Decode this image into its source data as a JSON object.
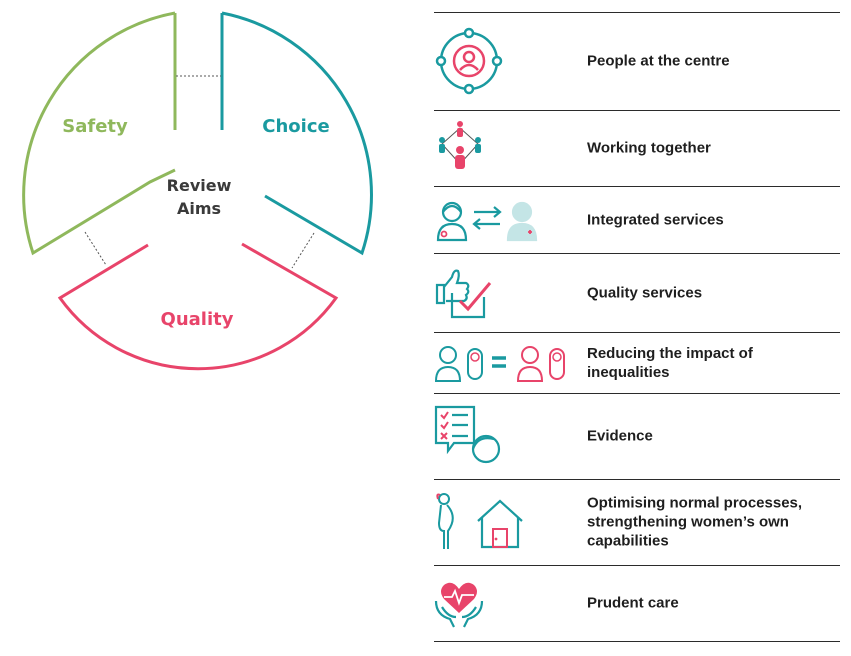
{
  "diagram": {
    "center_label_line1": "Review",
    "center_label_line2": "Aims",
    "segments": [
      {
        "key": "safety",
        "label": "Safety",
        "color": "#8fb85c"
      },
      {
        "key": "choice",
        "label": "Choice",
        "color": "#1a9aa0"
      },
      {
        "key": "quality",
        "label": "Quality",
        "color": "#e8446a"
      }
    ],
    "connector_color": "#555555"
  },
  "colors": {
    "teal": "#1a9aa0",
    "pink": "#e8446a",
    "rule": "#2b2b2b"
  },
  "principles": [
    {
      "label": "People at the centre",
      "icon": "person-in-cycle-icon"
    },
    {
      "label": "Working together",
      "icon": "team-network-icon"
    },
    {
      "label": "Integrated services",
      "icon": "clinicians-exchange-icon"
    },
    {
      "label": "Quality services",
      "icon": "thumbs-up-checkbox-icon"
    },
    {
      "label": "Reducing the impact of inequalities",
      "icon": "equal-families-icon"
    },
    {
      "label": "Evidence",
      "icon": "checklist-speech-icon"
    },
    {
      "label": "Optimising normal processes, strengthening women’s own capabilities",
      "icon": "pregnant-woman-home-icon"
    },
    {
      "label": "Prudent care",
      "icon": "heart-in-hands-icon"
    }
  ]
}
